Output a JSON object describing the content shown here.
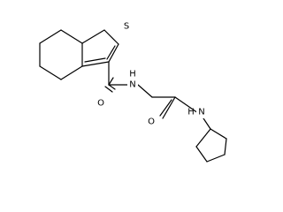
{
  "molecule": {
    "atoms": [
      {
        "id": "S1",
        "label": "S"
      },
      {
        "id": "O1",
        "label": "O"
      },
      {
        "id": "N1",
        "label": "N"
      },
      {
        "id": "H1",
        "label": "H"
      },
      {
        "id": "O2",
        "label": "O"
      },
      {
        "id": "N2",
        "label": "N"
      },
      {
        "id": "H2",
        "label": "H"
      }
    ],
    "colors": {
      "bond": "#000000",
      "background": "#ffffff"
    }
  }
}
